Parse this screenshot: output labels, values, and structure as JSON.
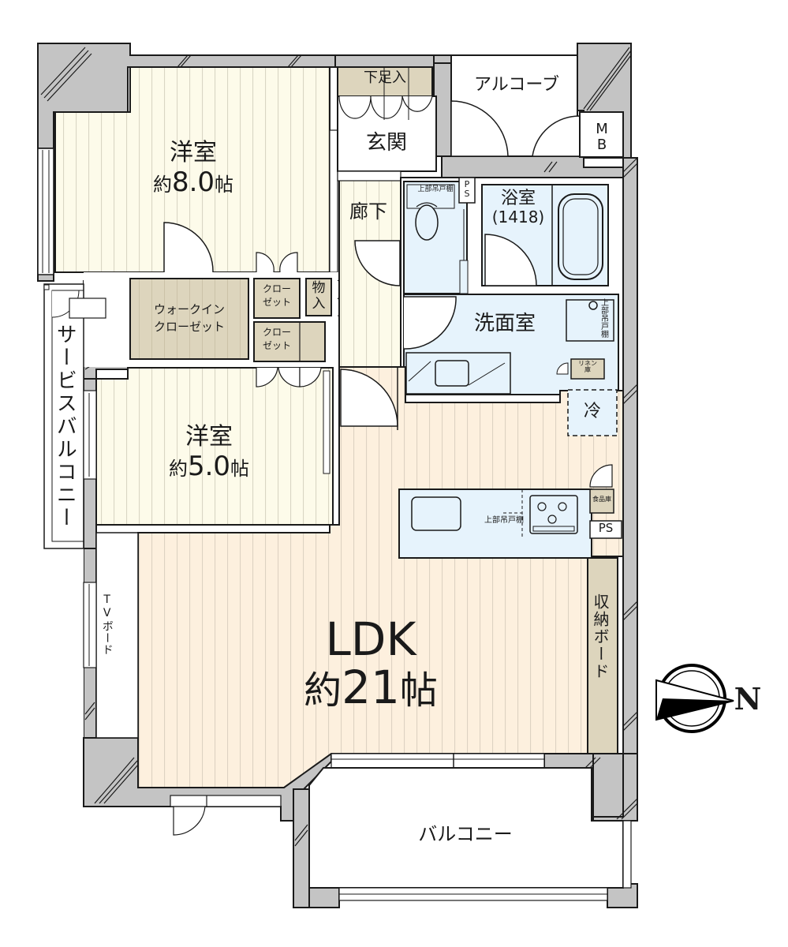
{
  "colors": {
    "wall": "#c4c4c4",
    "outline": "#1a1a1a",
    "bedroom_floor": "#fdfbea",
    "bedroom_stripe": "#d9d6c4",
    "ldk_floor": "#fdf0de",
    "ldk_stripe": "#ddd2c2",
    "storage": "#ddd5bd",
    "wet_area": "#e6f3fc",
    "corridor": "#ffffff",
    "compass": "#000000"
  },
  "rooms": {
    "bedroom1": {
      "name": "洋室",
      "size_prefix": "約",
      "size": "8.0",
      "unit": "帖"
    },
    "bedroom2": {
      "name": "洋室",
      "size_prefix": "約",
      "size": "5.0",
      "unit": "帖"
    },
    "ldk": {
      "name": "LDK",
      "size_prefix": "約",
      "size": "21",
      "unit": "帖"
    },
    "entrance": {
      "name": "玄関"
    },
    "shoe_storage": {
      "name": "下足入"
    },
    "alcove": {
      "name": "アルコーブ"
    },
    "meter_box": {
      "name": "MB"
    },
    "corridor": {
      "name": "廊下"
    },
    "bathroom": {
      "name": "浴室",
      "spec": "(1418)"
    },
    "washroom": {
      "name": "洗面室"
    },
    "walk_in_closet": {
      "line1": "ウォークイン",
      "line2": "クローゼット"
    },
    "closet1": {
      "line1": "クロー",
      "line2": "ゼット"
    },
    "closet2": {
      "line1": "クロー",
      "line2": "ゼット"
    },
    "storage_small": {
      "line1": "物",
      "line2": "入"
    },
    "service_balcony": {
      "name": "サービスバルコニー"
    },
    "tv_board": {
      "name": "TVボード"
    },
    "storage_board": {
      "name": "収納ボード"
    },
    "balcony": {
      "name": "バルコニー"
    }
  },
  "fixtures": {
    "ps_top": "PS",
    "ps_kitchen": "PS",
    "toilet_upper_cabinet": "上部吊戸棚",
    "wash_upper_cabinet": "上部吊戸棚",
    "kitchen_upper_cabinet": "上部吊戸棚",
    "linen_storage": {
      "line1": "リネン",
      "line2": "庫"
    },
    "fridge": "冷",
    "pantry": "食品庫"
  },
  "compass": {
    "direction_label": "N",
    "pointing": "east"
  }
}
